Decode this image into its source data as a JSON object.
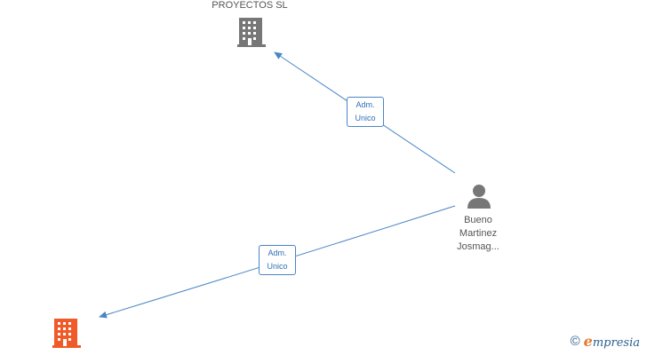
{
  "nodes": {
    "company_top": {
      "label": "PROYECTOS  SL",
      "color": "#777777"
    },
    "company_bottom": {
      "label": "",
      "color": "#f05a28"
    },
    "person": {
      "label_lines": [
        "Bueno",
        "Martinez",
        "Josmag..."
      ],
      "color": "#777777"
    }
  },
  "edges": [
    {
      "label_lines": [
        "Adm.",
        "Unico"
      ]
    },
    {
      "label_lines": [
        "Adm.",
        "Unico"
      ]
    }
  ],
  "brand": {
    "copyright": "©",
    "e": "e",
    "rest": "mpresia"
  },
  "colors": {
    "edge": "#4a86c5"
  }
}
